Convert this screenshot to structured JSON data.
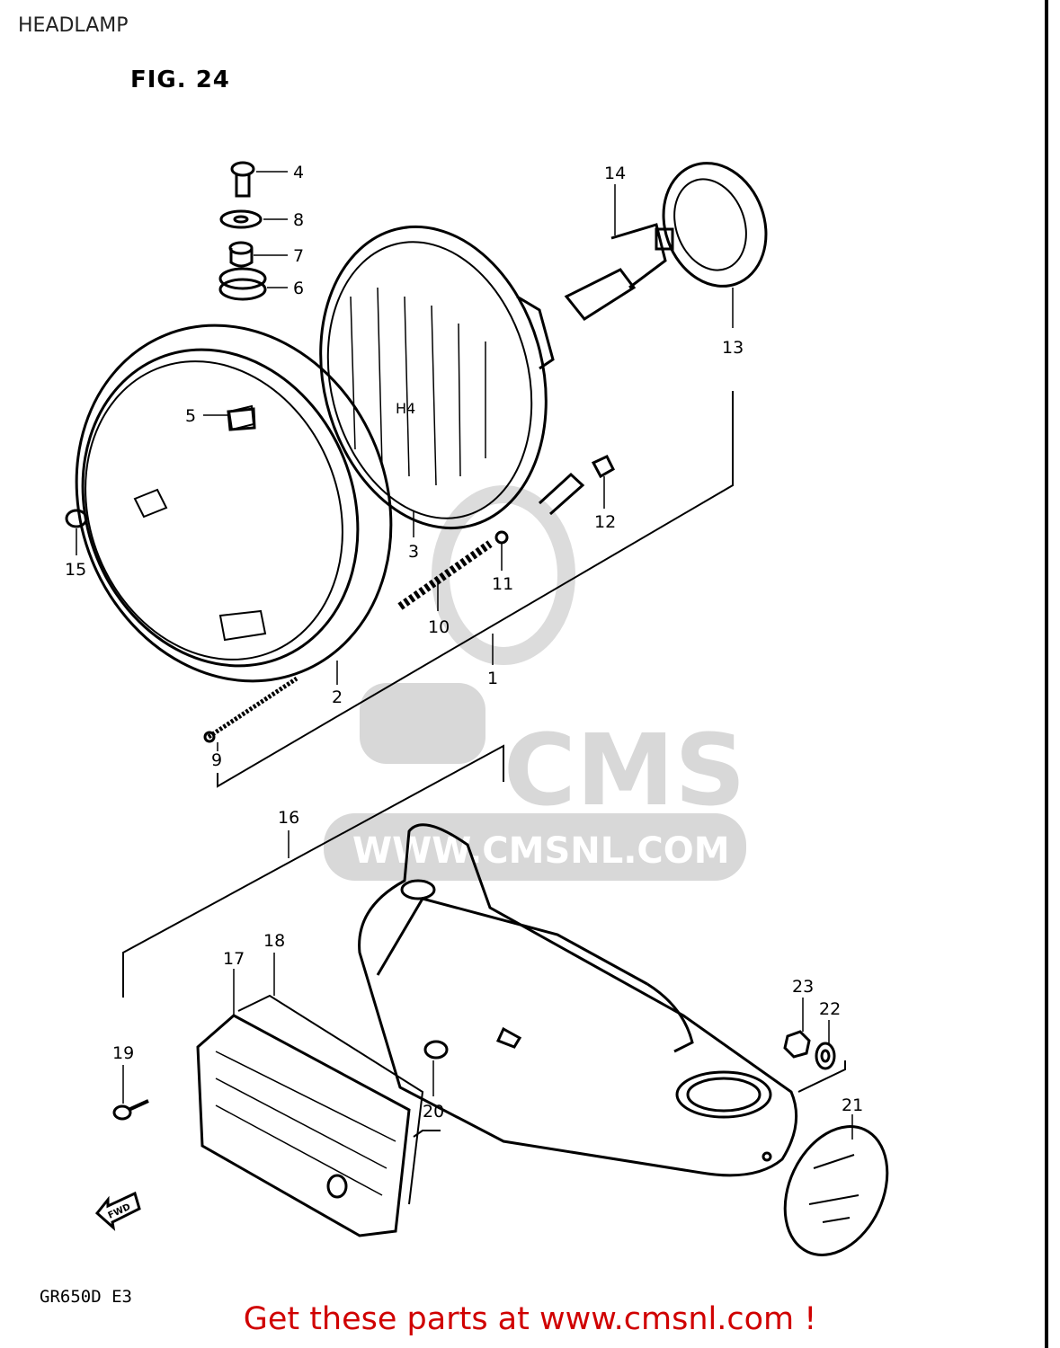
{
  "header": {
    "title": "HEADLAMP"
  },
  "figure": {
    "label": "FIG. 24",
    "model": "GR650D E3"
  },
  "watermark": {
    "logo_text": "CMS",
    "url_text": "WWW.CMSNL.COM",
    "color": "#d8d8d8"
  },
  "parts": {
    "p1": "1",
    "p2": "2",
    "p3": "3",
    "p4": "4",
    "p5": "5",
    "p6": "6",
    "p7": "7",
    "p8": "8",
    "p9": "9",
    "p10": "10",
    "p11": "11",
    "p12": "12",
    "p13": "13",
    "p14": "14",
    "p15": "15",
    "p16": "16",
    "p17": "17",
    "p18": "18",
    "p19": "19",
    "p20": "20",
    "p21": "21",
    "p22": "22",
    "p23": "23"
  },
  "fwd_arrow": {
    "label": "FWD"
  },
  "footer": {
    "text": "Get these parts at www.cmsnl.com !",
    "color": "#d00000"
  }
}
